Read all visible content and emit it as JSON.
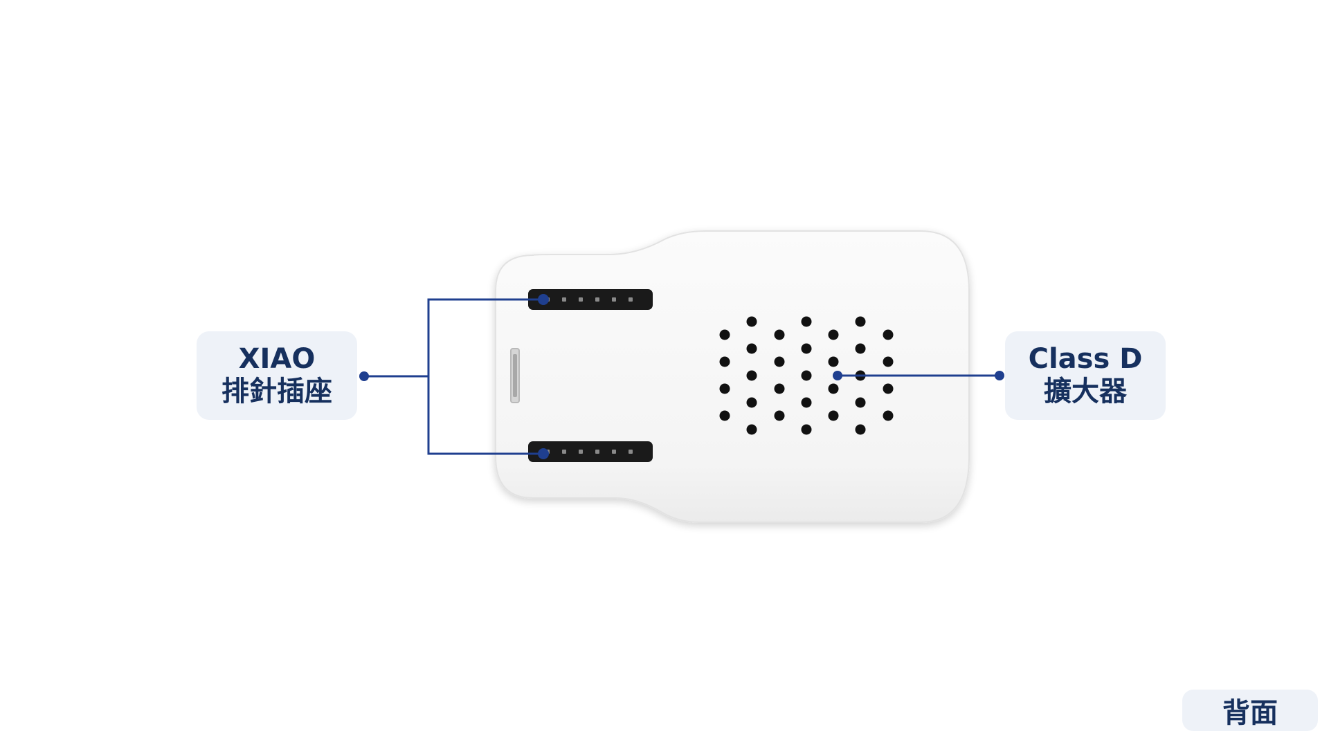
{
  "labels": {
    "xiao_header": {
      "line1": "XIAO",
      "line2": "排針插座"
    },
    "class_d_amp": {
      "line1": "Class D",
      "line2": "擴大器"
    }
  },
  "view_label": "背面",
  "colors": {
    "accent_line": "#1f3f8f",
    "label_text": "#16305e",
    "label_bg": "#eef2f8",
    "device_body": "#f5f5f5",
    "header_pins": "#1a1a1a",
    "speaker_holes": "#111111"
  },
  "icons": {
    "device": "white-enclosure-back-view",
    "connector": "pin-header-socket",
    "speaker_grille": "speaker-hole-grid"
  }
}
